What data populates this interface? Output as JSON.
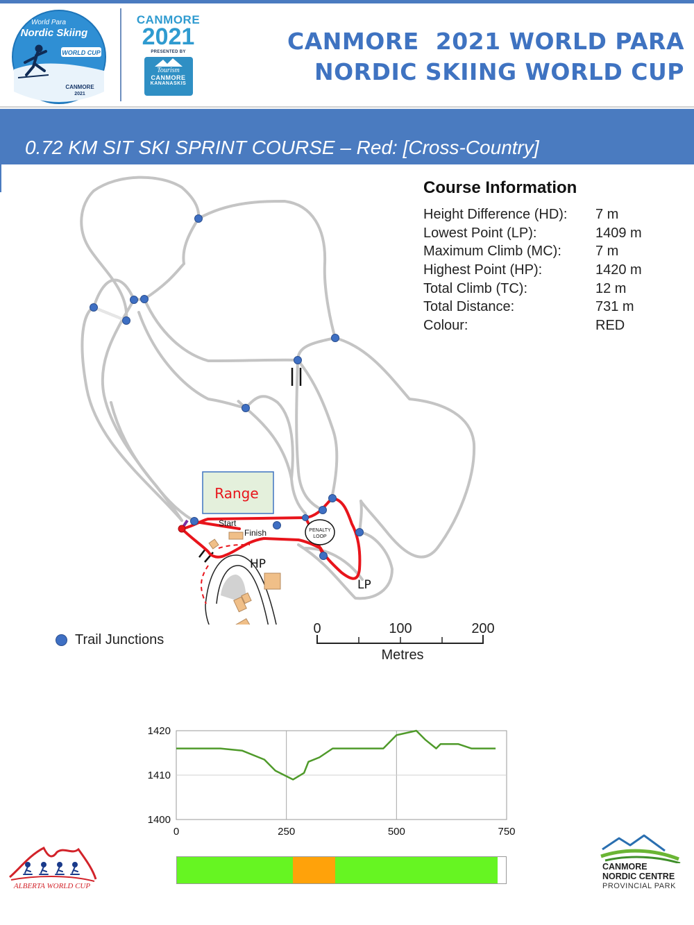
{
  "header": {
    "event_logo": {
      "line1": "World Para",
      "line2": "Nordic Skiing",
      "line3": "WORLD CUP",
      "line4": "CANMORE",
      "line5": "2021"
    },
    "canmore_logo": {
      "word": "CANMORE",
      "year": "2021",
      "presented_by": "PRESENTED BY",
      "tourism_line1": "Tourism",
      "tourism_line2": "CANMORE",
      "tourism_line3": "KANANASKIS"
    },
    "title_line1": "CANMORE  2021 WORLD PARA",
    "title_line2": "NORDIC SKIING WORLD CUP",
    "course_title": "0.72 KM SIT SKI SPRINT COURSE – Red: [Cross-Country]"
  },
  "course_info": {
    "heading": "Course Information",
    "rows": [
      {
        "label": "Height Difference (HD):",
        "value": "7 m"
      },
      {
        "label": "Lowest Point (LP):",
        "value": "1409 m"
      },
      {
        "label": "Maximum Climb (MC):",
        "value": "7 m"
      },
      {
        "label": "Highest Point (HP):",
        "value": "1420 m"
      },
      {
        "label": "Total Climb (TC):",
        "value": "12 m"
      },
      {
        "label": "Total Distance:",
        "value": "731 m"
      },
      {
        "label": "Colour:",
        "value": "RED"
      }
    ]
  },
  "map": {
    "range_label": "Range",
    "start_label": "Start",
    "finish_label": "Finish",
    "penalty_label_1": "PENALTY",
    "penalty_label_2": "LOOP",
    "hp_label": "HP",
    "lp_label": "LP",
    "legend_label": "Trail Junctions",
    "scale": {
      "ticks": [
        "0",
        "100",
        "200"
      ],
      "unit": "Metres"
    },
    "colors": {
      "trail": "#c4c4c4",
      "course": "#e8141b",
      "junction": "#3e6fc3",
      "range_fill": "#e4f0dc",
      "building": "#f0bf88"
    }
  },
  "chart_data": {
    "type": "line",
    "x": [
      0,
      50,
      100,
      150,
      200,
      225,
      265,
      290,
      300,
      325,
      355,
      400,
      470,
      500,
      545,
      565,
      590,
      600,
      640,
      670,
      700,
      725
    ],
    "series": [
      {
        "values": [
          1416,
          1416,
          1416,
          1415.5,
          1413.5,
          1411,
          1409,
          1410.5,
          1413,
          1414,
          1416,
          1416,
          1416,
          1419,
          1420,
          1418,
          1416,
          1417,
          1417,
          1416,
          1416,
          1416
        ]
      }
    ],
    "xticks": [
      "0",
      "250",
      "500",
      "750"
    ],
    "yticks": [
      "1400",
      "1410",
      "1420"
    ],
    "xlim": [
      0,
      750
    ],
    "ylim": [
      1400,
      1420
    ],
    "grid": true,
    "line_color": "#4f9a2a"
  },
  "grade_bar": {
    "segments": [
      {
        "from": 0,
        "to": 265,
        "color": "#66f522"
      },
      {
        "from": 265,
        "to": 360,
        "color": "#ffa20a"
      },
      {
        "from": 360,
        "to": 731,
        "color": "#66f522"
      }
    ]
  },
  "footer": {
    "alberta_logo": "ALBERTA WORLD CUP",
    "cnc_line1": "CANMORE",
    "cnc_line2": "NORDIC CENTRE",
    "cnc_line3": "PROVINCIAL PARK"
  }
}
